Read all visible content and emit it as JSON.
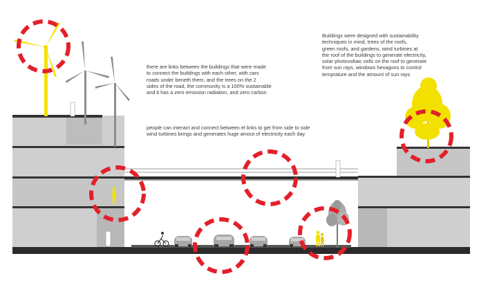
{
  "annotations": {
    "links_text": "there are links between the buildings that were made\nto connect the buildings with each other, with cars\nroads under beneth them, and the trees on the 2\nsides of the road, the community is a 100% sustainable\nand it has a zero emission radiation, and zero carbon",
    "sustainability_text": "Buildings were designed with sustainability\ntechniques in mind, trees of the roofs,\ngreen roofs, and gardens, wind turbines at\nthe roof of the buildings to generate electricity,\nsolar photovoltaic cells on the roof to generate\nfrom sun rays, windows hexagons to control\ntemprature and the amount of sun rays",
    "interaction_text": "people can interact and connect between el links to get from side to side\nwind turbines brings and generates huge amout of electricity each day"
  },
  "colors": {
    "building_light": "#cfcfcf",
    "building_mid": "#bdbdbd",
    "slab_dark": "#333333",
    "ground": "#2b2b2b",
    "highlight_yellow": "#f2e100",
    "turbine_grey": "#8c8c8c",
    "car_grey": "#a6a6a6",
    "marker_red": "#e3202a"
  },
  "icons": [
    "wind-turbine-icon",
    "tree-icon",
    "car-icon",
    "cyclist-icon",
    "person-icon",
    "dashed-highlight-circle"
  ]
}
